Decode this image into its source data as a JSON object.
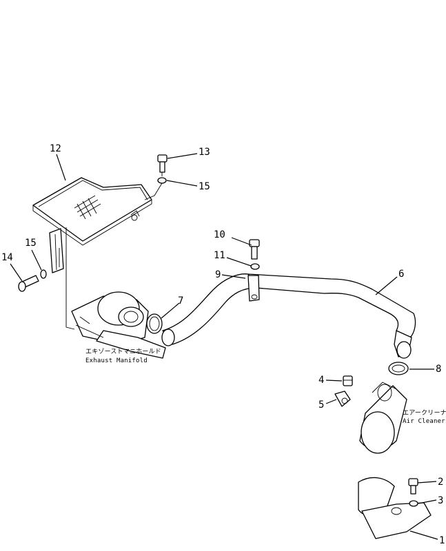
{
  "callouts": {
    "p1": "1",
    "p2": "2",
    "p3": "3",
    "p4": "4",
    "p5": "5",
    "p6": "6",
    "p7": "7",
    "p8": "8",
    "p9": "9",
    "p10": "10",
    "p11": "11",
    "p12": "12",
    "p13": "13",
    "p14": "14",
    "p15a": "15",
    "p15b": "15"
  },
  "labels": {
    "exhaust_jp": "エキゾーストマニホールド",
    "exhaust_en": "Exhaust  Manifold",
    "aircleaner_jp": "エアークリーナ",
    "aircleaner_en": "Air  Cleaner"
  },
  "colors": {
    "ink": "#000000",
    "paper": "#ffffff"
  }
}
